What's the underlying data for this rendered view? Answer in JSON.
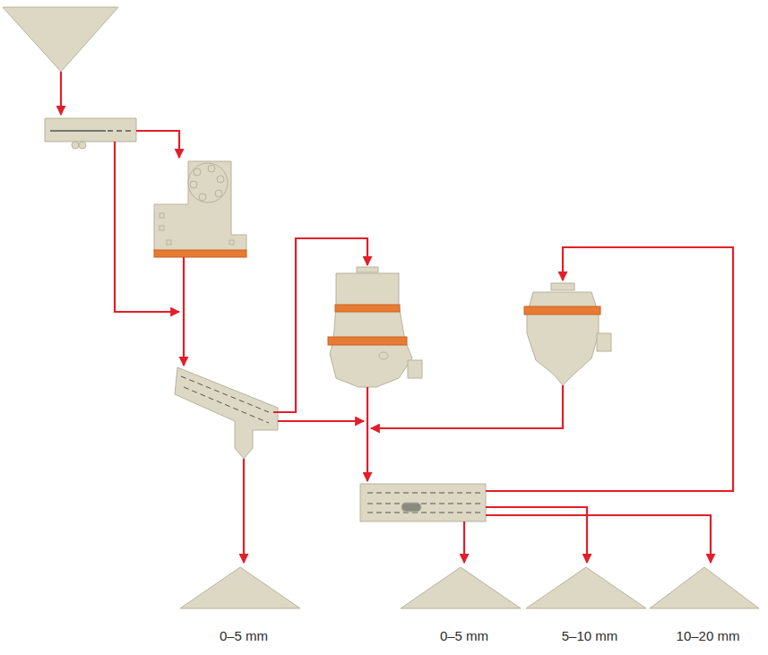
{
  "diagram": {
    "nodes": [
      {
        "text": [
          "0–5 mm"
        ]
      },
      {
        "text": [
          "0–5 mm"
        ]
      },
      {
        "text": [
          "5–10 mm"
        ]
      },
      {
        "text": [
          "10–20 mm"
        ]
      }
    ]
  }
}
